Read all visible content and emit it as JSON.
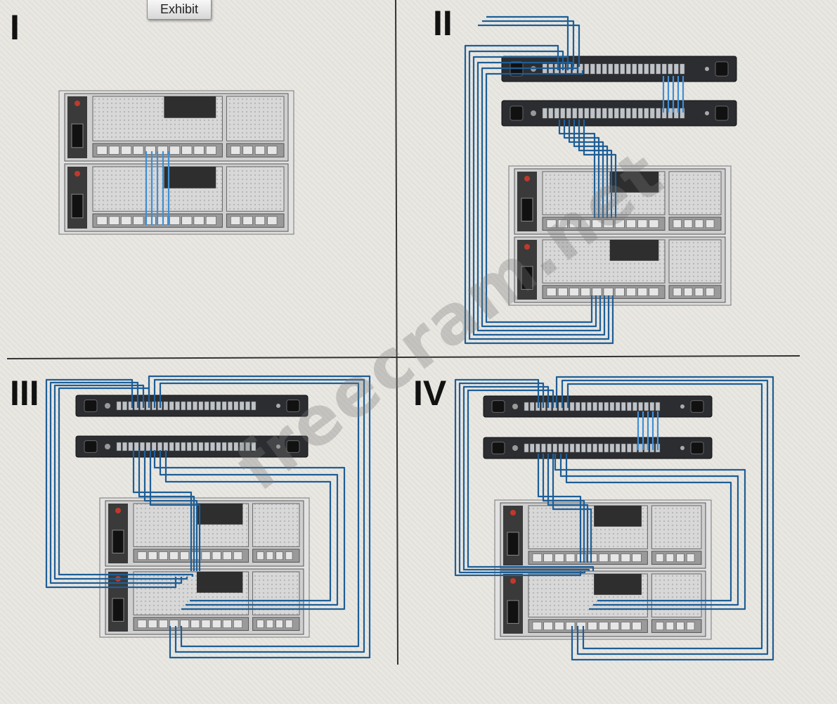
{
  "toolbar": {
    "exhibit_label": "Exhibit"
  },
  "quadrants": [
    {
      "numeral": "I"
    },
    {
      "numeral": "II"
    },
    {
      "numeral": "III"
    },
    {
      "numeral": "IV"
    }
  ],
  "watermark": {
    "text": "freecram.net"
  },
  "colors": {
    "background": "#e9e7e2",
    "cable": "#1e5e96",
    "cable_light": "#3f8fd8",
    "switch_body": "#2b2d31",
    "chassis": "#d4d4d4",
    "divider": "#333333"
  }
}
